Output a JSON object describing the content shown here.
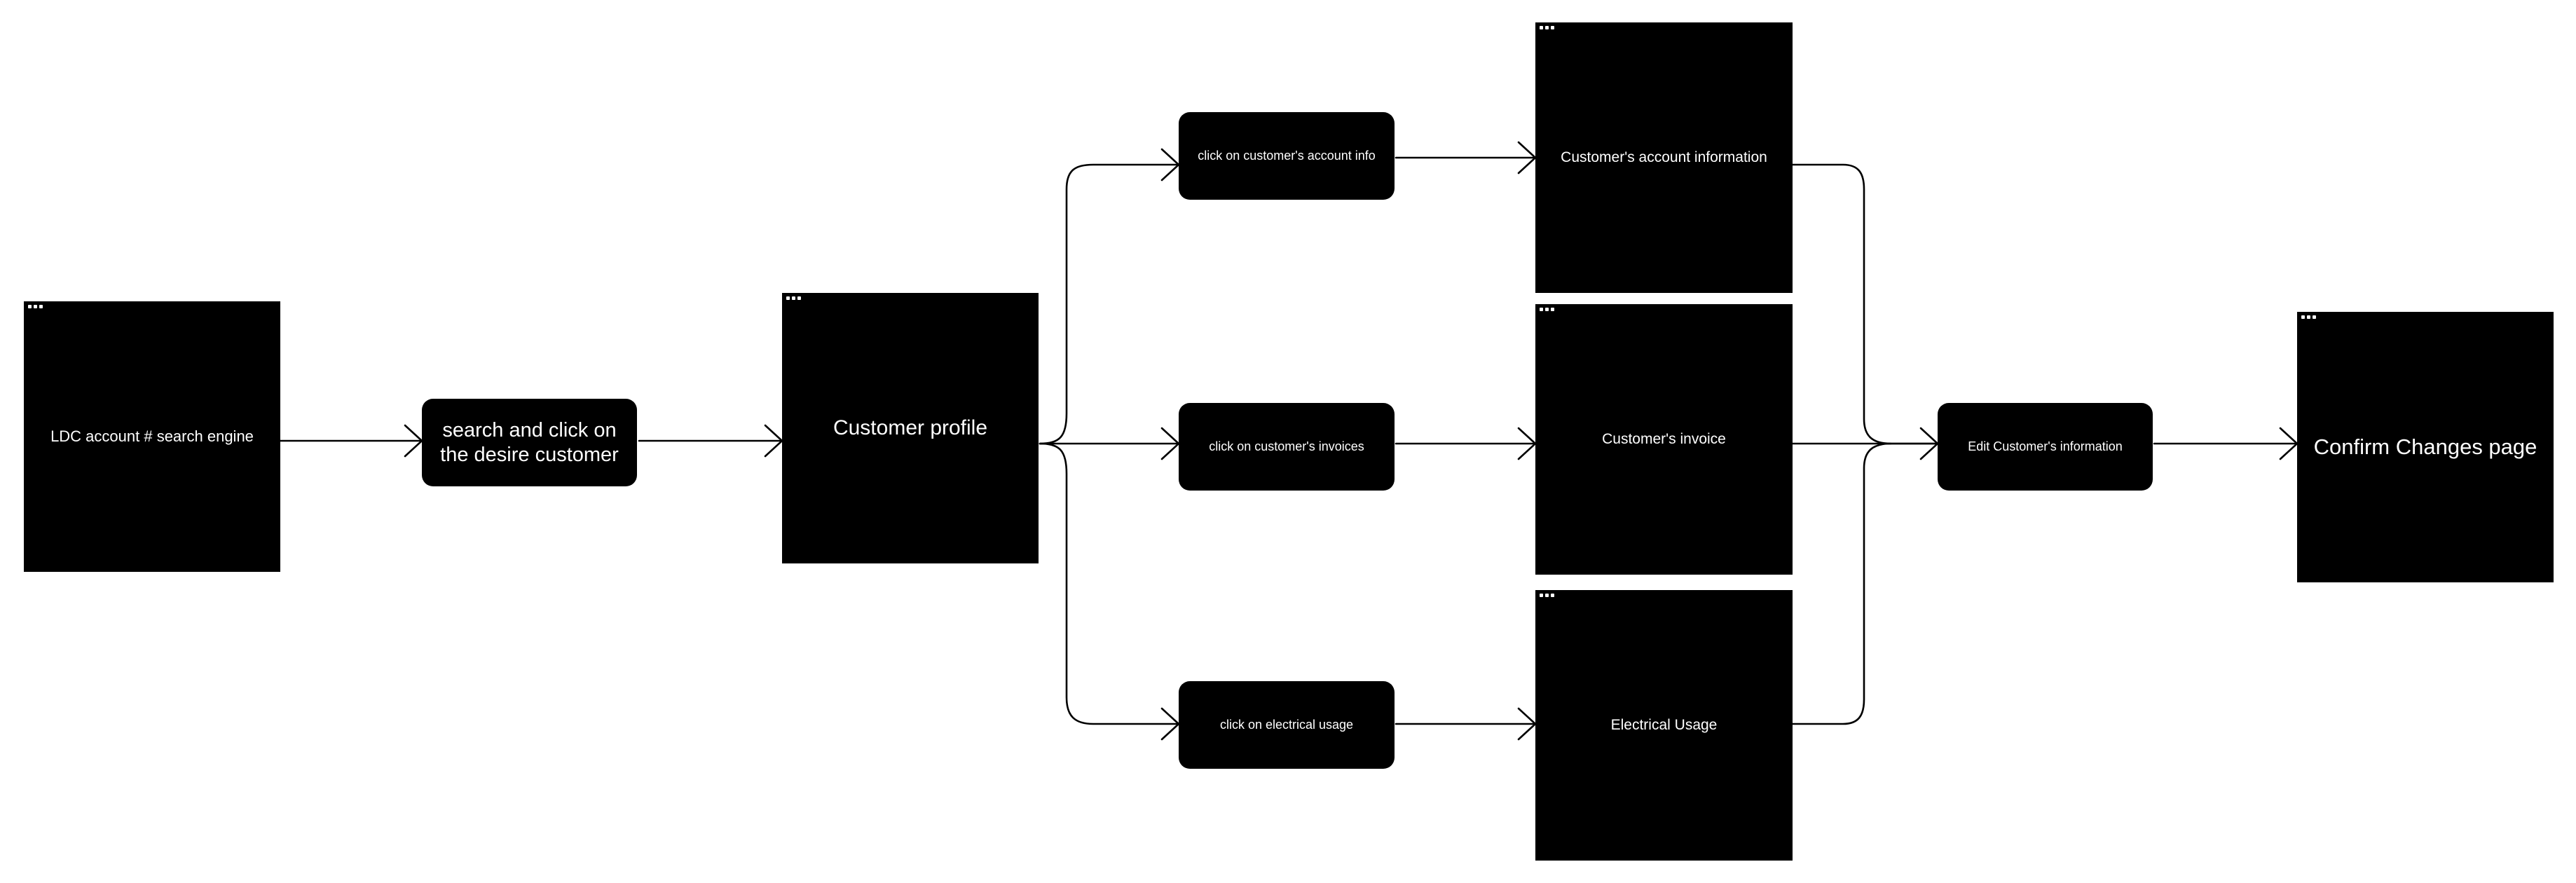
{
  "diagram": {
    "nodes": {
      "ldc_search": {
        "label": "LDC account # search engine"
      },
      "search_click": {
        "label": "search and click on the desire customer"
      },
      "customer_profile": {
        "label": "Customer profile"
      },
      "step_account_info": {
        "label": "click on customer's account info"
      },
      "step_invoices": {
        "label": "click on customer's invoices"
      },
      "step_electrical": {
        "label": "click on electrical usage"
      },
      "screen_account_info": {
        "label": "Customer's account information"
      },
      "screen_invoice": {
        "label": "Customer's invoice"
      },
      "screen_electrical": {
        "label": "Electrical Usage"
      },
      "edit_info": {
        "label": "Edit Customer's information"
      },
      "confirm_changes": {
        "label": "Confirm Changes page"
      }
    },
    "edges": [
      {
        "from": "ldc_search",
        "to": "search_click"
      },
      {
        "from": "search_click",
        "to": "customer_profile"
      },
      {
        "from": "customer_profile",
        "to": "step_account_info"
      },
      {
        "from": "customer_profile",
        "to": "step_invoices"
      },
      {
        "from": "customer_profile",
        "to": "step_electrical"
      },
      {
        "from": "step_account_info",
        "to": "screen_account_info"
      },
      {
        "from": "step_invoices",
        "to": "screen_invoice"
      },
      {
        "from": "step_electrical",
        "to": "screen_electrical"
      },
      {
        "from": "screen_account_info",
        "to": "edit_info"
      },
      {
        "from": "screen_invoice",
        "to": "edit_info"
      },
      {
        "from": "screen_electrical",
        "to": "edit_info"
      },
      {
        "from": "edit_info",
        "to": "confirm_changes"
      }
    ],
    "colors": {
      "node_fill": "#000000",
      "node_text": "#ffffff",
      "connector": "#000000",
      "background": "#ffffff"
    }
  }
}
